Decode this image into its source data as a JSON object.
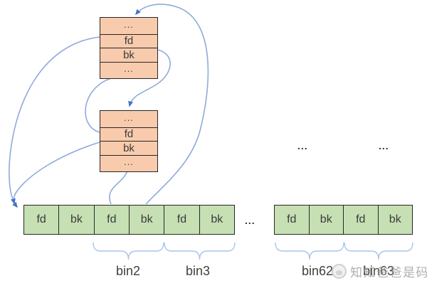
{
  "diagram": {
    "chunks": [
      {
        "rows": [
          "...",
          "fd",
          "bk",
          "..."
        ]
      },
      {
        "rows": [
          "...",
          "fd",
          "bk",
          "..."
        ]
      }
    ],
    "bins": {
      "left_cells": [
        "fd",
        "bk",
        "fd",
        "bk",
        "fd",
        "bk"
      ],
      "gap_ellipsis": "...",
      "right_cells": [
        "fd",
        "bk",
        "fd",
        "bk"
      ]
    },
    "more_lists_ellipses": [
      "...",
      "..."
    ],
    "bin_labels": [
      "bin2",
      "bin3",
      "bin62",
      "bin63"
    ]
  },
  "watermark": {
    "text": "知知爸爸是码农"
  },
  "colors": {
    "chunk_fill": "#f8cbad",
    "bin_fill": "#c6e0b4",
    "border": "#262626",
    "arrow_line": "#8faadc",
    "arrow_head": "#4472c4",
    "brace": "#a9c6ec",
    "label_text": "#404040",
    "watermark_text": "#a0a0a0"
  }
}
